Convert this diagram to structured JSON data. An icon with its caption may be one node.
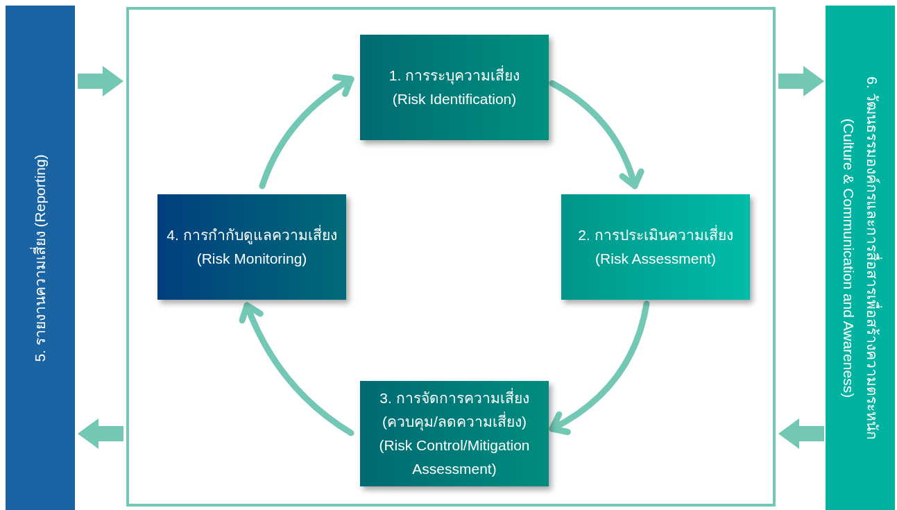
{
  "diagram": {
    "nodes": [
      {
        "text": [],
        "shape": "box"
      },
      {
        "text": [
          "1. การระบุความเสี่ยง",
          "(Risk Identification)"
        ],
        "in": 0
      },
      {
        "text": [
          "2. การประเมินความเสี่ยง",
          "(Risk Assessment)"
        ],
        "in": 0
      },
      {
        "text": [
          "3. การจัดการความเสี่ยง (ควบคุม/ลดความเสี่ยง)",
          "(Risk Control/Mitigation Assessment)"
        ],
        "in": 0
      },
      {
        "text": [
          "4. การกำกับดูแลความเสี่ยง",
          "(Risk Monitoring)"
        ],
        "in": 0
      },
      {
        "text": [
          "5. รายงานความเสี่ยง (Reporting)"
        ]
      },
      {
        "text": [
          "6. วัฒนธรรมองค์กรและการสื่อสารเพื่อสร้างความตระหนัก",
          "(Culture & Communication and Awareness)"
        ]
      }
    ],
    "edges": [
      {
        "from": 1,
        "to": 2,
        "arrow": "to"
      },
      {
        "from": 2,
        "to": 3,
        "arrow": "to"
      },
      {
        "from": 3,
        "to": 4,
        "arrow": "to"
      },
      {
        "from": 4,
        "to": 1,
        "arrow": "to"
      },
      {
        "from": 5,
        "to": 0,
        "arrow": "to",
        "style": "thick"
      },
      {
        "from": 0,
        "to": 5,
        "arrow": "to",
        "style": "thick"
      },
      {
        "from": 0,
        "to": 6,
        "arrow": "to",
        "style": "thick"
      },
      {
        "from": 6,
        "to": 0,
        "arrow": "to",
        "style": "thick"
      }
    ]
  }
}
